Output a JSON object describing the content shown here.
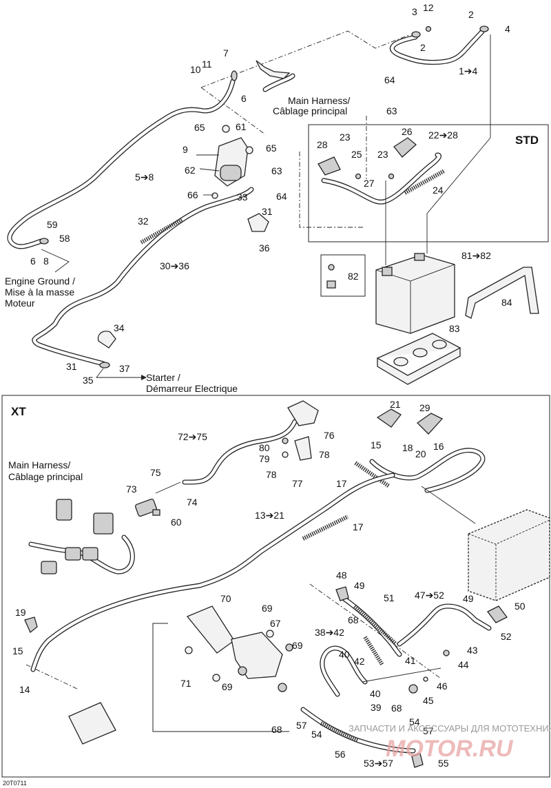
{
  "captions": {
    "main_harness_top_1": "Main Harness/",
    "main_harness_top_2": "Câblage principal",
    "engine_ground_1": "Engine Ground /",
    "engine_ground_2": "Mise à la masse",
    "engine_ground_3": "Moteur",
    "starter_1": "Starter /",
    "starter_2": "Démarreur Electrique",
    "main_harness_xt_1": "Main Harness/",
    "main_harness_xt_2": "Câblage principal"
  },
  "sections": {
    "std": "STD",
    "xt": "XT"
  },
  "callouts_top": {
    "c3": "3",
    "c12": "12",
    "c2a": "2",
    "c4": "4",
    "c2b": "2",
    "c1_4": "1➔4",
    "c7": "7",
    "c11": "11",
    "c10": "10",
    "c6a": "6",
    "c64a": "64",
    "c63a": "63",
    "c65a": "65",
    "c61": "61",
    "c9": "9",
    "c65b": "65",
    "c62": "62",
    "c63b": "63",
    "c64b": "64",
    "c66": "66",
    "c33": "33",
    "c31a": "31",
    "c36": "36",
    "c5_8": "5➔8",
    "c32": "32",
    "c30_36": "30➔36",
    "c59": "59",
    "c58": "58",
    "c6b": "6",
    "c8": "8",
    "c34": "34",
    "c31b": "31",
    "c37": "37",
    "c35": "35",
    "c26": "26",
    "c22_28": "22➔28",
    "c28": "28",
    "c23a": "23",
    "c25": "25",
    "c23b": "23",
    "c27": "27",
    "c24": "24",
    "c81_82": "81➔82",
    "c82": "82",
    "c84": "84",
    "c83": "83"
  },
  "callouts_xt": {
    "c21": "21",
    "c29": "29",
    "c72_75": "72➔75",
    "c76": "76",
    "c80": "80",
    "c79": "79",
    "c78a": "78",
    "c78b": "78",
    "c77": "77",
    "c15a": "15",
    "c18": "18",
    "c20": "20",
    "c16": "16",
    "c17a": "17",
    "c75": "75",
    "c73": "73",
    "c74": "74",
    "c60": "60",
    "c13_21": "13➔21",
    "c17b": "17",
    "c19": "19",
    "c15b": "15",
    "c14": "14",
    "c70": "70",
    "c69a": "69",
    "c67": "67",
    "c69b": "69",
    "c71": "71",
    "c69c": "69",
    "c48": "48",
    "c49a": "49",
    "c68a": "68",
    "c51": "51",
    "c47_52": "47➔52",
    "c49b": "49",
    "c50": "50",
    "c52": "52",
    "c38_42": "38➔42",
    "c40a": "40",
    "c41": "41",
    "c42": "42",
    "c43": "43",
    "c44": "44",
    "c46": "46",
    "c45": "45",
    "c40b": "40",
    "c39": "39",
    "c68b": "68",
    "c57a": "57",
    "c68c": "68",
    "c54a": "54",
    "c54b": "54",
    "c57b": "57",
    "c56": "56",
    "c53_57": "53➔57",
    "c55": "55"
  },
  "footer": {
    "code": "20T0711",
    "watermark_1": "ЗАПЧАСТИ И АКСЕССУАРЫ ДЛЯ МОТОТЕХНИКИ",
    "watermark_2": "MOTOR.RU"
  }
}
